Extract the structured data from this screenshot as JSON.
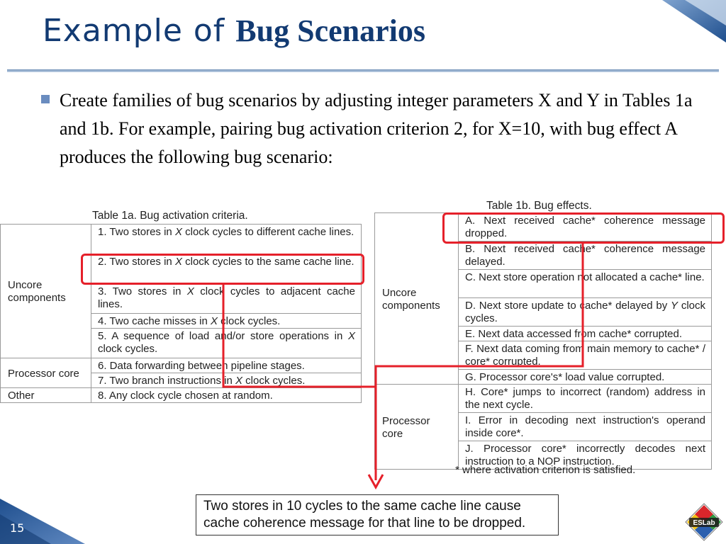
{
  "slide": {
    "title_part1": "Example of ",
    "title_part2": "Bug Scenarios",
    "bullet_text": "Create families of bug scenarios by adjusting integer parameters X and Y in Tables 1a and 1b. For example, pairing bug activation criterion 2, for X=10, with bug effect A produces the following bug scenario:",
    "page_number": "15",
    "logo_text": "ESLab"
  },
  "table1a": {
    "caption": "Table 1a. Bug activation criteria.",
    "groups": [
      {
        "name": "Uncore components",
        "rows": [
          [
            "1. Two stores in ",
            "X",
            " clock cycles to different cache lines."
          ],
          [
            "2. Two stores in ",
            "X",
            " clock cycles to the same cache line."
          ],
          [
            "3. Two stores in ",
            "X",
            " clock cycles to adjacent cache lines."
          ],
          [
            "4. Two cache misses in ",
            "X",
            " clock cycles."
          ],
          [
            "5. A sequence of load and/or store operations in ",
            "X",
            " clock cycles."
          ]
        ]
      },
      {
        "name": "Processor core",
        "rows": [
          [
            "6. Data forwarding between pipeline stages.",
            "",
            ""
          ],
          [
            "7. Two branch instructions in ",
            "X",
            " clock cycles."
          ]
        ]
      },
      {
        "name": "Other",
        "rows": [
          [
            "8. Any clock cycle chosen at random.",
            "",
            ""
          ]
        ]
      }
    ]
  },
  "table1b": {
    "caption": "Table 1b. Bug effects.",
    "groups": [
      {
        "name": "Uncore components",
        "rows": [
          [
            "A. Next received cache* coherence message dropped.",
            "",
            ""
          ],
          [
            "B. Next received cache* coherence message delayed.",
            "",
            ""
          ],
          [
            "C. Next store operation not allocated a cache* line.",
            "",
            ""
          ],
          [
            "D. Next store update to cache* delayed by ",
            "Y",
            " clock cycles."
          ],
          [
            "E. Next data accessed from cache* corrupted.",
            "",
            ""
          ],
          [
            "F. Next data coming from main memory to cache* / core* corrupted.",
            "",
            ""
          ],
          [
            "G. Processor core's* load value corrupted.",
            "",
            ""
          ]
        ]
      },
      {
        "name": "Processor core",
        "rows": [
          [
            "H. Core* jumps to incorrect (random) address in the next cycle.",
            "",
            ""
          ],
          [
            "I. Error in decoding next instruction's operand inside core*.",
            "",
            ""
          ],
          [
            "J. Processor core* incorrectly decodes next instruction to a NOP instruction.",
            "",
            ""
          ]
        ]
      }
    ],
    "footnote": "* where activation criterion is satisfied."
  },
  "result": {
    "line1": "Two stores in 10 cycles to the same cache line cause",
    "line2": "cache coherence message for that line to be dropped."
  },
  "colors": {
    "title": "#123a72",
    "highlight": "#e5202a",
    "bullet": "#6a8cbf",
    "theme": "#1f4f8e"
  }
}
